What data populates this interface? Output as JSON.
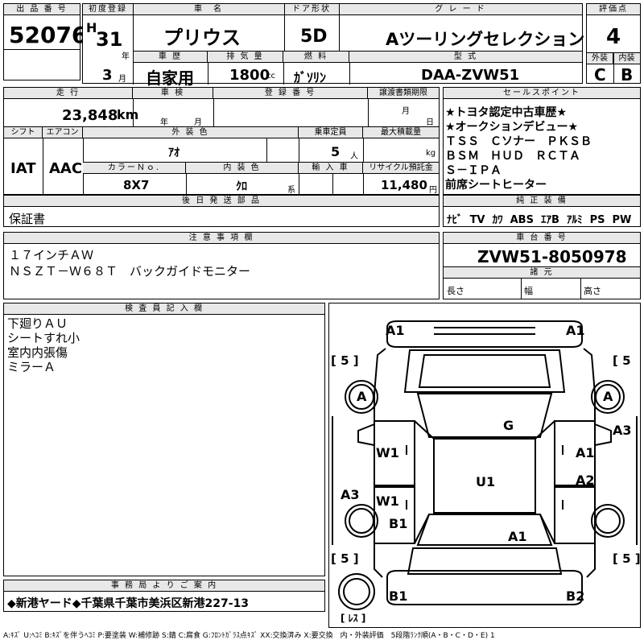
{
  "header": {
    "lot_label": "出 品 番 号",
    "lot_number": "52076",
    "first_reg_label": "初度登録",
    "era": "H",
    "year": "31",
    "year_unit": "年",
    "month": "3",
    "month_unit": "月",
    "car_name_label": "車　名",
    "car_name": "プリウス",
    "door_label": "ドア形状",
    "door": "5D",
    "grade_label": "グ レ ー ド",
    "grade": "Aツーリングセレクション",
    "score_label": "評価点",
    "score": "4",
    "history_label": "車 歴",
    "history": "自家用",
    "displacement_label": "排 気 量",
    "displacement": "1800",
    "displacement_unit": "cc",
    "fuel_label": "燃 料",
    "fuel": "ｶﾞｿﾘﾝ",
    "model_label": "型 式",
    "model": "DAA-ZVW51",
    "exterior_label": "外装",
    "exterior": "C",
    "interior_label": "内装",
    "interior": "B"
  },
  "row2": {
    "mileage_label": "走 行",
    "mileage": "23,848",
    "mileage_unit": "km",
    "inspection_label": "車 検",
    "insp_year": "年",
    "insp_month": "月",
    "reg_label": "登 録 番 号",
    "transfer_label": "譲渡書類期限",
    "transfer_month": "月",
    "transfer_day": "日",
    "selling_label": "セールスポイント"
  },
  "selling_points": [
    "★トヨタ認定中古車歴★",
    "★オークションデビュー★",
    "ＴＳＳ　Ｃソナー　ＰＫＳＢ",
    "ＢＳＭ　ＨＵＤ　ＲＣＴＡ",
    "Ｓ－ＩＰＡ",
    "前席シートヒーター"
  ],
  "row3": {
    "shift_label": "シフト",
    "shift": "IAT",
    "ac_label": "エアコン",
    "ac": "AAC",
    "color_label": "外 装 色",
    "color": "ｱｵ",
    "capacity_label": "乗車定員",
    "capacity": "5",
    "capacity_unit": "人",
    "load_label": "最大積載量",
    "load_unit": "kg",
    "color_no_label": "カラーＮｏ.",
    "color_no": "8X7",
    "interior_color_label": "内 装 色",
    "interior_color": "ｸﾛ",
    "interior_color_unit": "系",
    "import_label": "輸 入 車",
    "recycle_label": "リサイクル預託金",
    "recycle": "11,480",
    "recycle_unit": "円"
  },
  "later": {
    "label": "後 日 発 送 部 品",
    "value": "保証書"
  },
  "equipment": {
    "label": "純 正 装 備",
    "items": [
      "ﾅﾋﾞ",
      "TV",
      "ｶﾜ",
      "ABS",
      "ｴｱB",
      "ｱﾙﾐ",
      "PS",
      "PW"
    ]
  },
  "notes": {
    "label": "注 意 事 項 欄",
    "lines": [
      "１７インチＡＷ",
      "ＮＳＺＴ－Ｗ６８Ｔ　バックガイドモニター"
    ]
  },
  "chassis": {
    "label": "車 台 番 号",
    "value": "ZVW51-8050978",
    "dims_label": "諸 元",
    "length": "長さ",
    "width": "幅",
    "height": "高さ"
  },
  "inspector": {
    "label": "検 査 員 記 入 欄",
    "lines": [
      "下廻りＡＵ",
      "シートすれ小",
      "室内内張傷",
      "ミラーＡ"
    ]
  },
  "office": {
    "label": "事 務 局 よ り ご 案 内",
    "value": "◆新港ヤード◆千葉県千葉市美浜区新港227-13"
  },
  "diagram": {
    "labels": {
      "a1_tl": "A1",
      "a1_tr": "A1",
      "tire_tl": "[ 5 ]",
      "tire_tr": "[ 5",
      "a_l": "A",
      "a_r": "A",
      "a3_r": "A3",
      "g": "G",
      "w1_top": "W1",
      "a1_mid": "A1",
      "u1": "U1",
      "a2": "A2",
      "a3_l": "A3",
      "w1_bot": "W1",
      "b1_mid": "B1",
      "a1_rear": "A1",
      "tire_bl": "[ 5 ]",
      "tire_br": "[ 5 ]",
      "b1_bot": "B1",
      "b2": "B2",
      "spare": "[ ﾚｽ ]"
    }
  },
  "footer": "A:ｷｽﾞ U:ﾍｺﾐ B:ｷｽﾞを伴うﾍｺﾐ P:要塗装 W:補修跡 S:錆 C:腐食 G:ﾌﾛﾝﾄｶﾞﾗｽ点ｷｽﾞ XX:交換済み X:要交換　内・外装評価　5段階ﾗﾝｸ順(A・B・C・D・E) 1"
}
